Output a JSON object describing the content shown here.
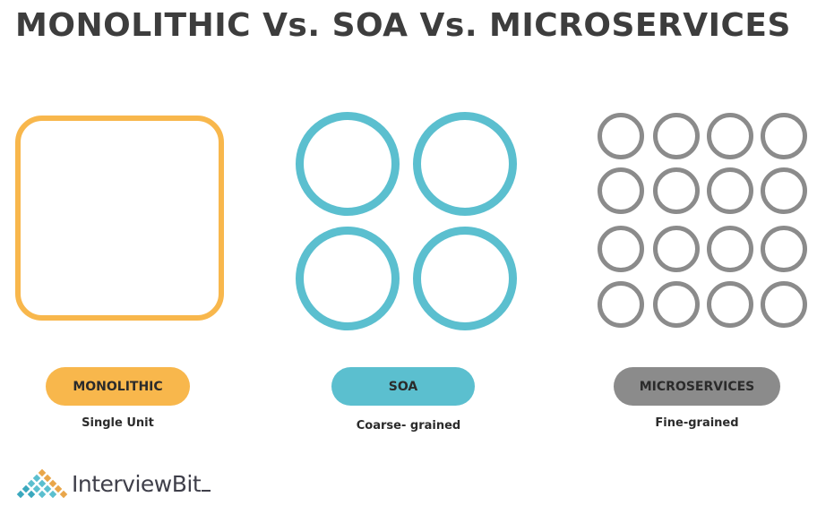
{
  "title": "MONOLITHIC Vs. SOA Vs. MICROSERVICES",
  "colors": {
    "monolithic": "#f8b74c",
    "soa": "#5bbfcf",
    "microservices": "#8b8b8b",
    "title_text": "#3d3d3d",
    "label_text": "#2b2b2b"
  },
  "columns": {
    "monolithic": {
      "label": "MONOLITHIC",
      "description": "Single Unit",
      "shape": "rounded-square",
      "unit_count": 1
    },
    "soa": {
      "label": "SOA",
      "description": "Coarse- grained",
      "shape": "circle",
      "unit_count": 4
    },
    "microservices": {
      "label": "MICROSERVICES",
      "description": "Fine-grained",
      "shape": "circle",
      "unit_count": 16
    }
  },
  "logo": {
    "text": "InterviewBit",
    "icon": "triangle-grid-logo-icon"
  }
}
